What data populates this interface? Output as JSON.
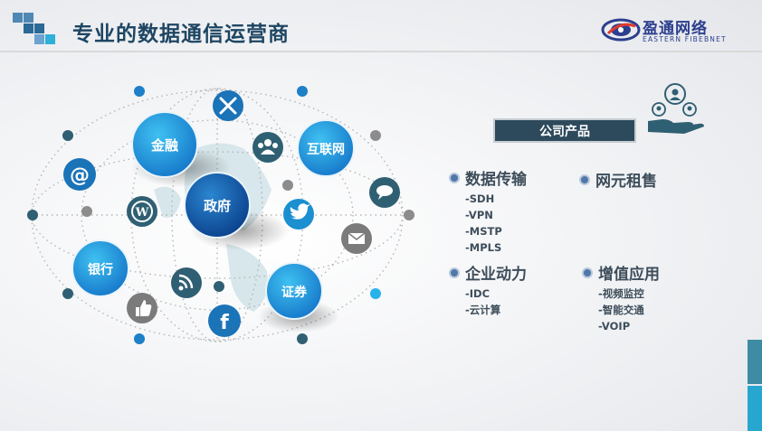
{
  "header": {
    "title": "专业的数据通信运营商",
    "brand_cn": "盈通网络",
    "brand_en": "EASTERN FIBEBNET"
  },
  "colors": {
    "title": "#1e4663",
    "accent_dark": "#2d4a5c",
    "accent_blue": "#27a6d0",
    "node_blue": "#1f8fd6",
    "icon_teal": "#2f5f72"
  },
  "network": {
    "nodes": {
      "finance": "金融",
      "internet": "互联网",
      "government": "政府",
      "bank": "银行",
      "securities": "证券"
    },
    "icons": [
      "tools-icon",
      "people-icon",
      "at-icon",
      "wordpress-icon",
      "twitter-icon",
      "chat-icon",
      "mail-icon",
      "rss-icon",
      "thumbs-up-icon",
      "facebook-icon"
    ]
  },
  "products": {
    "banner": "公司产品",
    "categories": [
      {
        "title": "数据传输",
        "items": [
          "-SDH",
          "-VPN",
          "-MSTP",
          "-MPLS"
        ]
      },
      {
        "title": "网元租售",
        "items": []
      },
      {
        "title": "企业动力",
        "items": [
          "-IDC",
          "-云计算"
        ]
      },
      {
        "title": "增值应用",
        "items": [
          "-视频监控",
          "-智能交通",
          "-VOIP"
        ]
      }
    ]
  }
}
